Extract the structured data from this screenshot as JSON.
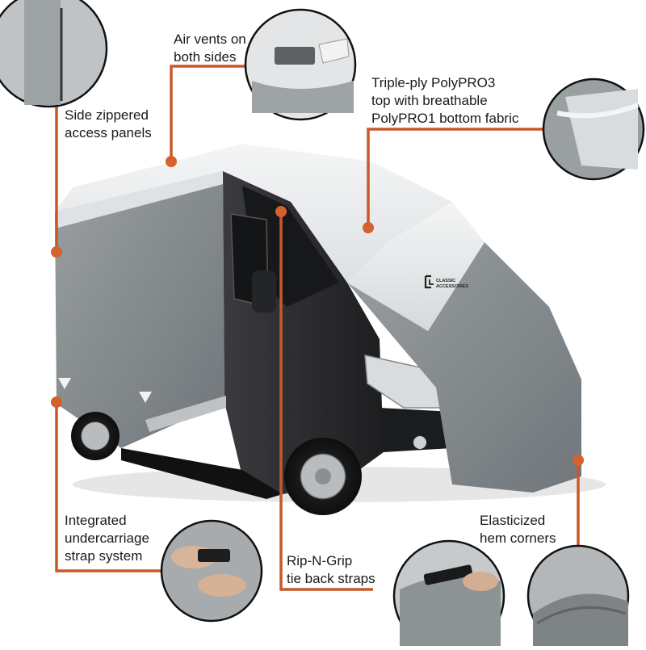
{
  "callouts": {
    "zipper": {
      "lines": [
        "Side zippered",
        "access panels"
      ]
    },
    "vents": {
      "lines": [
        "Air vents on",
        "both sides"
      ]
    },
    "fabric": {
      "lines": [
        "Triple-ply PolyPRO3",
        "top with breathable",
        "PolyPRO1 bottom fabric"
      ]
    },
    "strap": {
      "lines": [
        "Integrated",
        "undercarriage",
        "strap system"
      ]
    },
    "ripngrip": {
      "lines": [
        "Rip-N-Grip",
        "tie back straps"
      ]
    },
    "hem": {
      "lines": [
        "Elasticized",
        "hem corners"
      ]
    }
  },
  "logo": {
    "line1": "CLASSIC",
    "line2": "ACCESSORIES"
  },
  "colors": {
    "accent": "#c8582a",
    "cover_gray": "#8a8f90",
    "cover_light": "#e7e9ea",
    "van_body": "#2b2c2e"
  },
  "icons": [
    "zipper-detail-image",
    "vent-detail-image",
    "fabric-detail-image",
    "strap-buckle-image",
    "tie-back-strap-image",
    "hem-corner-image"
  ]
}
